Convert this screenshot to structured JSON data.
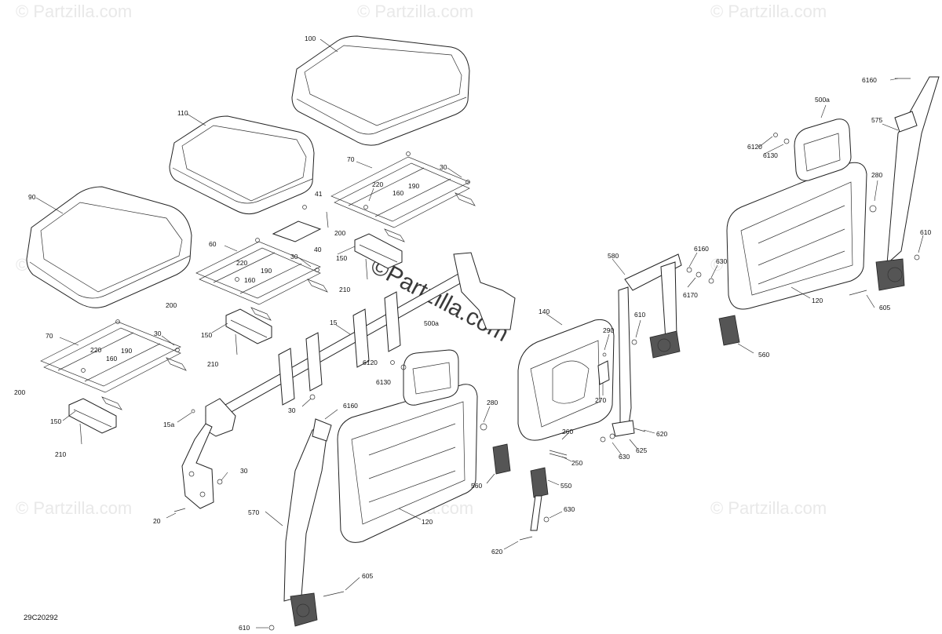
{
  "diagram_code": "29C20292",
  "watermark": "© Partzilla.com",
  "watermark_center": "©Partzilla.com",
  "callouts": {
    "c100": "100",
    "c110": "110",
    "c90": "90",
    "c70a": "70",
    "c30a": "30",
    "c220a": "220",
    "c190a": "190",
    "c160a": "160",
    "c41": "41",
    "c200a": "200",
    "c40": "40",
    "c150a": "150",
    "c210a": "210",
    "c60": "60",
    "c30b": "30",
    "c220b": "220",
    "c190b": "190",
    "c160b": "160",
    "c200b": "200",
    "c150b": "150",
    "c210b": "210",
    "c70b": "70",
    "c30c": "30",
    "c220c": "220",
    "c190c": "190",
    "c160c": "160",
    "c200c": "200",
    "c150c": "150",
    "c210c": "210",
    "c15": "15",
    "c15a": "15a",
    "c30d": "30",
    "c20": "20",
    "c30e": "30",
    "c500a1": "500a",
    "c6120a": "6120",
    "c6130a": "6130",
    "c6160a": "6160",
    "c570": "570",
    "c605a": "605",
    "c610a": "610",
    "c280a": "280",
    "c120a": "120",
    "c560a": "560",
    "c550": "550",
    "c630a": "630",
    "c620a": "620",
    "c140": "140",
    "c290": "290",
    "c270": "270",
    "c260": "260",
    "c250": "250",
    "c580": "580",
    "c6160b": "6160",
    "c630b": "630",
    "c6170": "6170",
    "c610b": "610",
    "c620b": "620",
    "c625": "625",
    "c630c": "630",
    "c500a2": "500a",
    "c6120b": "6120",
    "c6130b": "6130",
    "c280b": "280",
    "c120b": "120",
    "c560b": "560",
    "c6160c": "6160",
    "c575": "575",
    "c610c": "610",
    "c605b": "605"
  }
}
